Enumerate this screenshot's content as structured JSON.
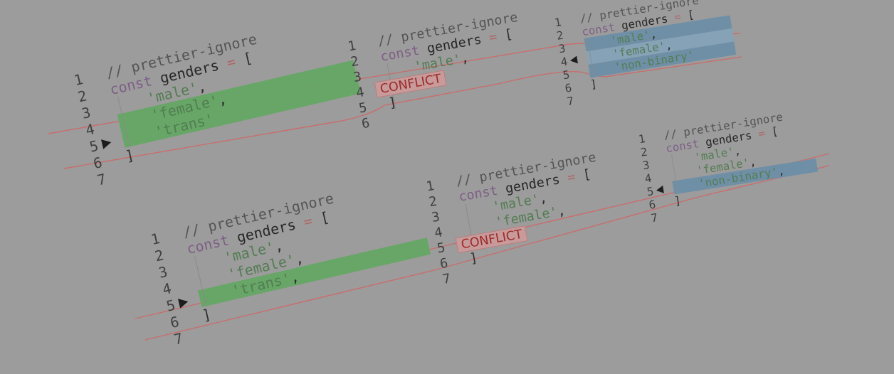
{
  "colors": {
    "background": "#9c9c9c",
    "current_change": "#67a667",
    "current_change_light": "#86b986",
    "incoming_change": "#6f8fa6",
    "incoming_change_light": "#86a2b7",
    "conflict_bg": "#c99a9a",
    "conflict_text": "#9b2a2a",
    "connector_line": "#c96d6d"
  },
  "marker": {
    "icon_right": "triangle-right-icon",
    "icon_left": "triangle-left-icon"
  },
  "conflict_label": "CONFLICT",
  "panes": [
    {
      "id": "top-left",
      "lines": [
        {
          "n": "1",
          "tokens": [
            {
              "t": "// prettier-ignore",
              "c": "comment"
            }
          ]
        },
        {
          "n": "2",
          "tokens": [
            {
              "t": "const",
              "c": "keyword"
            },
            {
              "t": " genders ",
              "c": "ident"
            },
            {
              "t": "=",
              "c": "op"
            },
            {
              "t": " [",
              "c": "punc"
            }
          ]
        },
        {
          "n": "3",
          "tokens": [
            {
              "t": "    'male'",
              "c": "str"
            },
            {
              "t": ",",
              "c": "punc"
            }
          ]
        },
        {
          "n": "4",
          "tokens": [
            {
              "t": "    'female'",
              "c": "str"
            },
            {
              "t": ",",
              "c": "punc"
            }
          ]
        },
        {
          "n": "5",
          "tokens": [
            {
              "t": "    'trans'",
              "c": "str"
            }
          ]
        },
        {
          "n": "6",
          "tokens": [
            {
              "t": "]",
              "c": "punc"
            }
          ]
        },
        {
          "n": "7",
          "tokens": []
        }
      ]
    },
    {
      "id": "top-middle",
      "lines": [
        {
          "n": "1",
          "tokens": [
            {
              "t": "// prettier-ignore",
              "c": "comment"
            }
          ]
        },
        {
          "n": "2",
          "tokens": [
            {
              "t": "const",
              "c": "keyword"
            },
            {
              "t": " genders ",
              "c": "ident"
            },
            {
              "t": "=",
              "c": "op"
            },
            {
              "t": " [",
              "c": "punc"
            }
          ]
        },
        {
          "n": "3",
          "tokens": [
            {
              "t": "    'male'",
              "c": "str"
            },
            {
              "t": ",",
              "c": "punc"
            }
          ]
        },
        {
          "n": "4",
          "tokens": []
        },
        {
          "n": "5",
          "tokens": [
            {
              "t": "]",
              "c": "punc"
            }
          ]
        },
        {
          "n": "6",
          "tokens": []
        }
      ]
    },
    {
      "id": "top-right",
      "lines": [
        {
          "n": "1",
          "tokens": [
            {
              "t": "// prettier-ignore",
              "c": "comment"
            }
          ]
        },
        {
          "n": "2",
          "tokens": [
            {
              "t": "const",
              "c": "keyword"
            },
            {
              "t": " genders ",
              "c": "ident"
            },
            {
              "t": "=",
              "c": "op"
            },
            {
              "t": " [",
              "c": "punc"
            }
          ]
        },
        {
          "n": "3",
          "tokens": [
            {
              "t": "    'male'",
              "c": "str"
            },
            {
              "t": ",",
              "c": "punc"
            }
          ]
        },
        {
          "n": "4",
          "tokens": [
            {
              "t": "    'female'",
              "c": "str"
            },
            {
              "t": ",",
              "c": "punc"
            }
          ]
        },
        {
          "n": "5",
          "tokens": [
            {
              "t": "    'non-binary'",
              "c": "str"
            }
          ]
        },
        {
          "n": "6",
          "tokens": [
            {
              "t": "]",
              "c": "punc"
            }
          ]
        },
        {
          "n": "7",
          "tokens": []
        }
      ]
    },
    {
      "id": "bottom-left",
      "lines": [
        {
          "n": "1",
          "tokens": [
            {
              "t": "// prettier-ignore",
              "c": "comment"
            }
          ]
        },
        {
          "n": "2",
          "tokens": [
            {
              "t": "const",
              "c": "keyword"
            },
            {
              "t": " genders ",
              "c": "ident"
            },
            {
              "t": "=",
              "c": "op"
            },
            {
              "t": " [",
              "c": "punc"
            }
          ]
        },
        {
          "n": "3",
          "tokens": [
            {
              "t": "    'male'",
              "c": "str"
            },
            {
              "t": ",",
              "c": "punc"
            }
          ]
        },
        {
          "n": "4",
          "tokens": [
            {
              "t": "    'female'",
              "c": "str"
            },
            {
              "t": ",",
              "c": "punc"
            }
          ]
        },
        {
          "n": "5",
          "tokens": [
            {
              "t": "    'trans'",
              "c": "str"
            },
            {
              "t": ",",
              "c": "punc"
            }
          ]
        },
        {
          "n": "6",
          "tokens": [
            {
              "t": "]",
              "c": "punc"
            }
          ]
        },
        {
          "n": "7",
          "tokens": []
        }
      ]
    },
    {
      "id": "bottom-middle",
      "lines": [
        {
          "n": "1",
          "tokens": [
            {
              "t": "// prettier-ignore",
              "c": "comment"
            }
          ]
        },
        {
          "n": "2",
          "tokens": [
            {
              "t": "const",
              "c": "keyword"
            },
            {
              "t": " genders ",
              "c": "ident"
            },
            {
              "t": "=",
              "c": "op"
            },
            {
              "t": " [",
              "c": "punc"
            }
          ]
        },
        {
          "n": "3",
          "tokens": [
            {
              "t": "    'male'",
              "c": "str"
            },
            {
              "t": ",",
              "c": "punc"
            }
          ]
        },
        {
          "n": "4",
          "tokens": [
            {
              "t": "    'female'",
              "c": "str"
            },
            {
              "t": ",",
              "c": "punc"
            }
          ]
        },
        {
          "n": "5",
          "tokens": []
        },
        {
          "n": "6",
          "tokens": [
            {
              "t": "]",
              "c": "punc"
            }
          ]
        },
        {
          "n": "7",
          "tokens": []
        }
      ]
    },
    {
      "id": "bottom-right",
      "lines": [
        {
          "n": "1",
          "tokens": [
            {
              "t": "// prettier-ignore",
              "c": "comment"
            }
          ]
        },
        {
          "n": "2",
          "tokens": [
            {
              "t": "const",
              "c": "keyword"
            },
            {
              "t": " genders ",
              "c": "ident"
            },
            {
              "t": "=",
              "c": "op"
            },
            {
              "t": " [",
              "c": "punc"
            }
          ]
        },
        {
          "n": "3",
          "tokens": [
            {
              "t": "    'male'",
              "c": "str"
            },
            {
              "t": ",",
              "c": "punc"
            }
          ]
        },
        {
          "n": "4",
          "tokens": [
            {
              "t": "    'female'",
              "c": "str"
            },
            {
              "t": ",",
              "c": "punc"
            }
          ]
        },
        {
          "n": "5",
          "tokens": [
            {
              "t": "    'non-binary'",
              "c": "str"
            },
            {
              "t": ",",
              "c": "punc"
            }
          ]
        },
        {
          "n": "6",
          "tokens": [
            {
              "t": "]",
              "c": "punc"
            }
          ]
        },
        {
          "n": "7",
          "tokens": []
        }
      ]
    }
  ]
}
